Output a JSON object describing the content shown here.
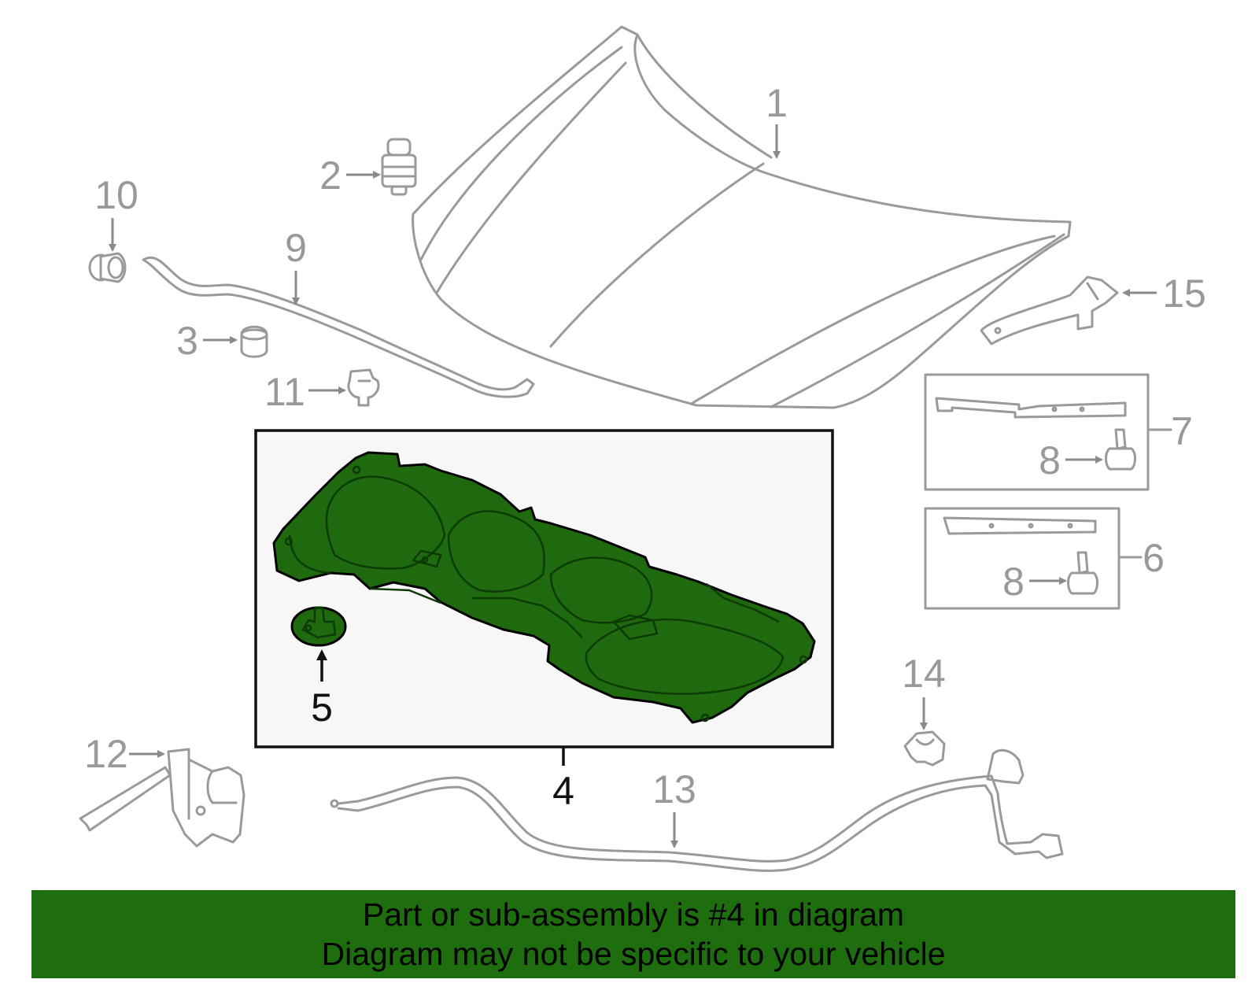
{
  "callouts": {
    "c1": "1",
    "c2": "2",
    "c3": "3",
    "c4": "4",
    "c5": "5",
    "c6": "6",
    "c7": "7",
    "c8a": "8",
    "c8b": "8",
    "c9": "9",
    "c10": "10",
    "c11": "11",
    "c12": "12",
    "c13": "13",
    "c14": "14",
    "c15": "15"
  },
  "banner": {
    "line1": "Part or sub-assembly is #4 in diagram",
    "line2": "Diagram may not be specific to your vehicle"
  },
  "colors": {
    "highlight": "#1f6a0e",
    "banner": "#1e6e0f",
    "line_gray": "#9a9a9a"
  }
}
